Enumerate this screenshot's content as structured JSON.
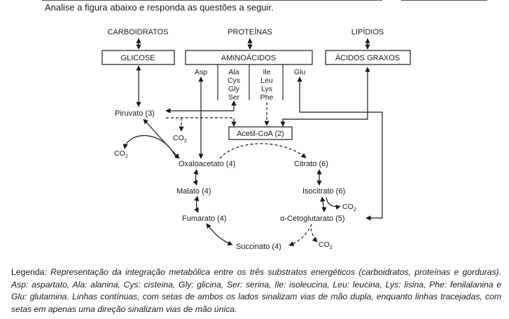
{
  "instruction": "Analise a figura abaixo e responda as questões a seguir.",
  "diagram": {
    "sources": {
      "carbs": "CARBOIDRATOS",
      "proteins": "PROTEÍNAS",
      "lipids": "LIPÍDIOS"
    },
    "boxes": {
      "glucose": "GLICOSE",
      "amino": "AMINOÁCIDOS",
      "fatty": "ÁCIDOS GRAXOS",
      "acetyl": "Acetil-CoA (2)"
    },
    "amino_groups": {
      "asp": "Asp",
      "col1": [
        "Ala",
        "Cys",
        "Gly",
        "Ser"
      ],
      "col2": [
        "Ile",
        "Leu",
        "Lys",
        "Phe"
      ],
      "glu": "Glu"
    },
    "nodes": {
      "pyruvate": "Piruvato (3)",
      "oxaloacetate": "Oxaloacetato (4)",
      "citrate": "Citrato (6)",
      "isocitrate": "Isocitrato (6)",
      "ketoglutarate": "α-Cetoglutarato (5)",
      "succinate": "Succinato (4)",
      "fumarate": "Fumarato (4)",
      "malate": "Malato (4)"
    },
    "co2": {
      "base": "CO",
      "sub": "2"
    }
  },
  "legend": {
    "label": "Legenda",
    "text": ": Representação da integração metabólica entre os três substratos energéticos (carboidratos, proteínas e gorduras). Asp: aspartato, Ala: alanina, Cys: cisteina, Gly: glicina, Ser: serina, Ile: isoleucina, Leu: leucina, Lys: lisina, Phe: fenilalanina e Glu: glutamina. Linhas contínuas, com setas de ambos os lados sinalizam vias de mão dupla, enquanto linhas tracejadas, com setas em apenas uma direção sinalizam vias de mão única."
  }
}
